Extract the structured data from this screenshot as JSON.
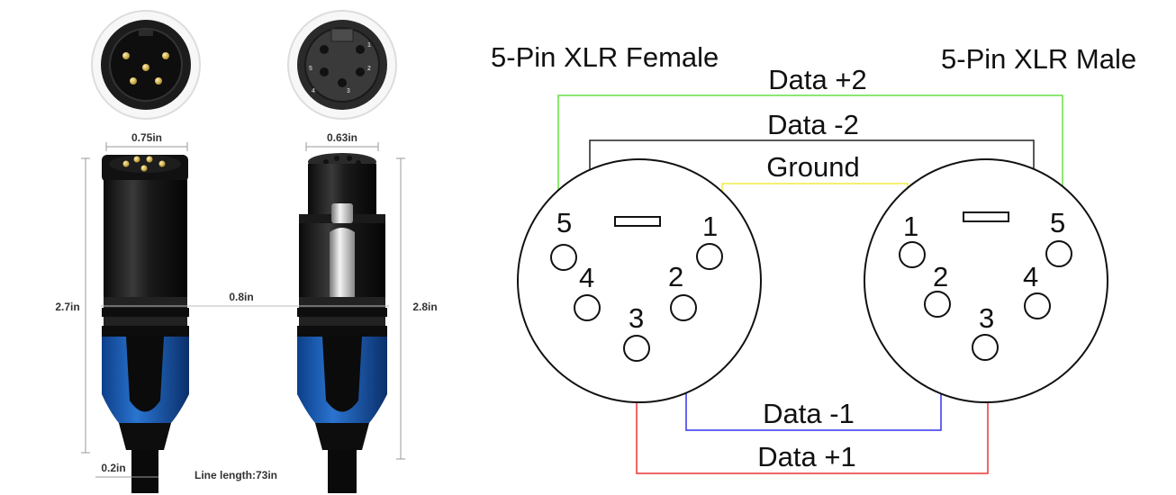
{
  "photo": {
    "dimensions": {
      "male_width": "0.75in",
      "female_width": "0.63in",
      "male_length": "2.7in",
      "female_length": "2.8in",
      "spacing": "0.8in",
      "cable_diameter": "0.2in",
      "line_length": "Line length:73in"
    },
    "male_face_pins": 5,
    "female_face_pin_numbers": [
      "1",
      "2",
      "3",
      "4",
      "5"
    ]
  },
  "diagram": {
    "female_title": "5-Pin XLR Female",
    "male_title": "5-Pin XLR Male",
    "wires": [
      {
        "label": "Data +2",
        "color": "#66dd44",
        "from_pin": "5",
        "to_pin": "5"
      },
      {
        "label": "Data -2",
        "color": "#222222",
        "from_pin": "4",
        "to_pin": "4"
      },
      {
        "label": "Ground",
        "color": "#eeee44",
        "from_pin": "1",
        "to_pin": "1"
      },
      {
        "label": "Data -1",
        "color": "#3333ee",
        "from_pin": "2",
        "to_pin": "2"
      },
      {
        "label": "Data +1",
        "color": "#ee3333",
        "from_pin": "3",
        "to_pin": "3"
      }
    ],
    "female_pins": [
      "5",
      "4",
      "1",
      "2",
      "3"
    ],
    "male_pins": [
      "1",
      "2",
      "5",
      "4",
      "3"
    ]
  }
}
